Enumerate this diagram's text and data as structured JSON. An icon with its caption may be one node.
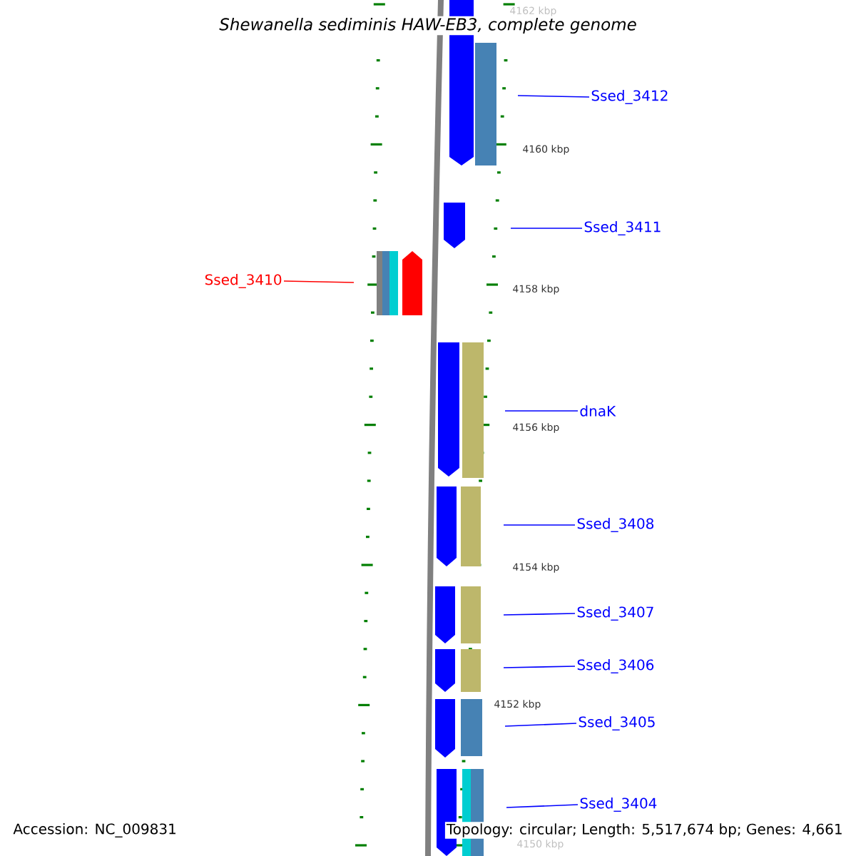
{
  "diagram": {
    "title": "Shewanella sediminis HAW-EB3, complete genome",
    "nodes": [
      {
        "text": [
          "Ssed_3412"
        ]
      },
      {
        "text": [
          "Ssed_3411"
        ]
      },
      {
        "text": [
          "Ssed_3410"
        ]
      },
      {
        "text": [
          "dnaK"
        ]
      },
      {
        "text": [
          "Ssed_3408"
        ]
      },
      {
        "text": [
          "Ssed_3407"
        ]
      },
      {
        "text": [
          "Ssed_3406"
        ]
      },
      {
        "text": [
          "Ssed_3405"
        ]
      },
      {
        "text": [
          "Ssed_3404"
        ]
      }
    ],
    "edges": [
      {
        "from": 0,
        "to": null,
        "arrow": "none"
      },
      {
        "from": 1,
        "to": null,
        "arrow": "none"
      },
      {
        "from": 2,
        "to": null,
        "arrow": "none",
        "color": "#ff0000"
      },
      {
        "from": 3,
        "to": null,
        "arrow": "none"
      },
      {
        "from": 4,
        "to": null,
        "arrow": "none"
      },
      {
        "from": 5,
        "to": null,
        "arrow": "none"
      },
      {
        "from": 6,
        "to": null,
        "arrow": "none"
      },
      {
        "from": 7,
        "to": null,
        "arrow": "none"
      },
      {
        "from": 8,
        "to": null,
        "arrow": "none"
      }
    ],
    "labels": [
      "4162 kbp",
      "4160 kbp",
      "4158 kbp",
      "4156 kbp",
      "4154 kbp",
      "4152 kbp",
      "4150 kbp",
      "Accession: NC_009831",
      "Topology: circular; Length: 5,517,674 bp; Genes: 4,661"
    ]
  }
}
